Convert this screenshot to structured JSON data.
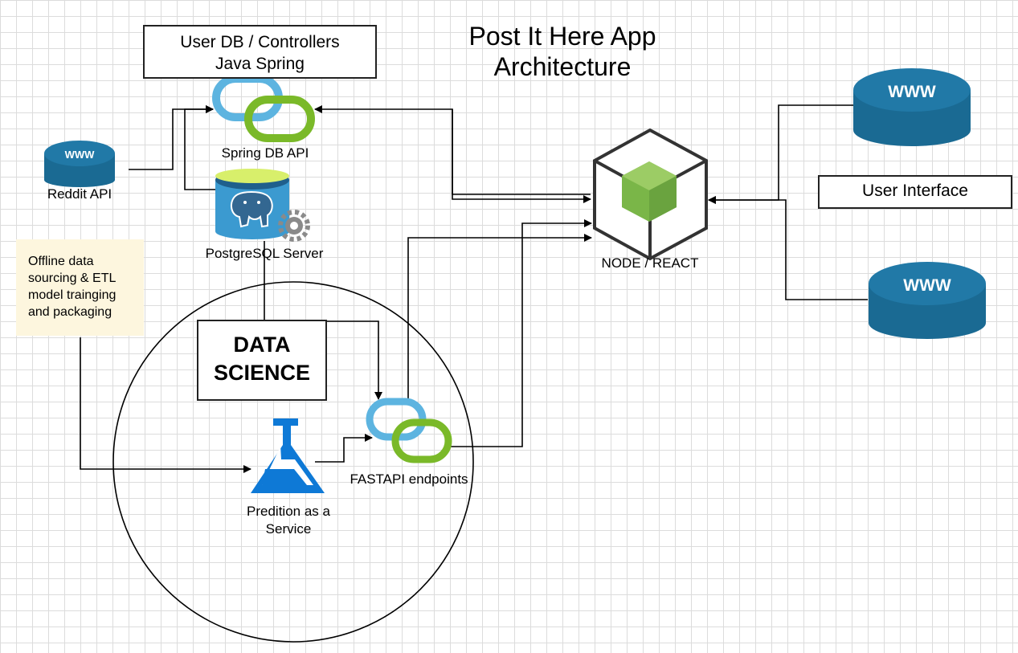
{
  "title": {
    "line1": "Post It Here App",
    "line2": "Architecture"
  },
  "user_db_box": {
    "line1": "User DB / Controllers",
    "line2": "Java Spring"
  },
  "spring_db_api": {
    "label": "Spring DB API"
  },
  "reddit_api": {
    "label": "Reddit API",
    "icon_text": "WWW"
  },
  "postgres": {
    "label": "PostgreSQL Server"
  },
  "offline_note": {
    "text": "Offline data sourcing &  ETL model trainging and packaging"
  },
  "data_science": {
    "line1": "DATA",
    "line2": "SCIENCE"
  },
  "prediction": {
    "line1": "Predition as a",
    "line2": "Service"
  },
  "fastapi": {
    "label": "FASTAPI endpoints"
  },
  "node_react": {
    "label": "NODE / REACT"
  },
  "user_interface": {
    "label": "User Interface"
  },
  "www_top": {
    "icon_text": "WWW"
  },
  "www_bottom": {
    "icon_text": "WWW"
  },
  "colors": {
    "link_blue": "#5db4e0",
    "link_green": "#7ab929",
    "db_blue": "#1e6d96",
    "postgres_blue": "#3b9ad0",
    "node_green": "#7ab648",
    "flask_blue": "#0e79d6",
    "note_bg": "#fdf6de"
  }
}
